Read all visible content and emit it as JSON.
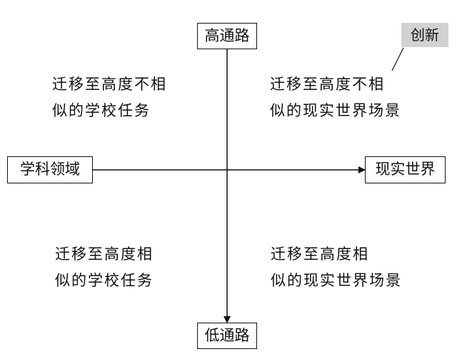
{
  "axes": {
    "top": "高通路",
    "bottom": "低通路",
    "left": "学科领域",
    "right": "现实世界"
  },
  "callout": "创新",
  "quadrants": {
    "top_left": [
      "迁移至高度不相",
      "似的学校任务"
    ],
    "top_right": [
      "迁移至高度不相",
      "似的现实世界场景"
    ],
    "bottom_left": [
      "迁移至高度相",
      "似的学校任务"
    ],
    "bottom_right": [
      "迁移至高度相",
      "似的现实世界场景"
    ]
  }
}
